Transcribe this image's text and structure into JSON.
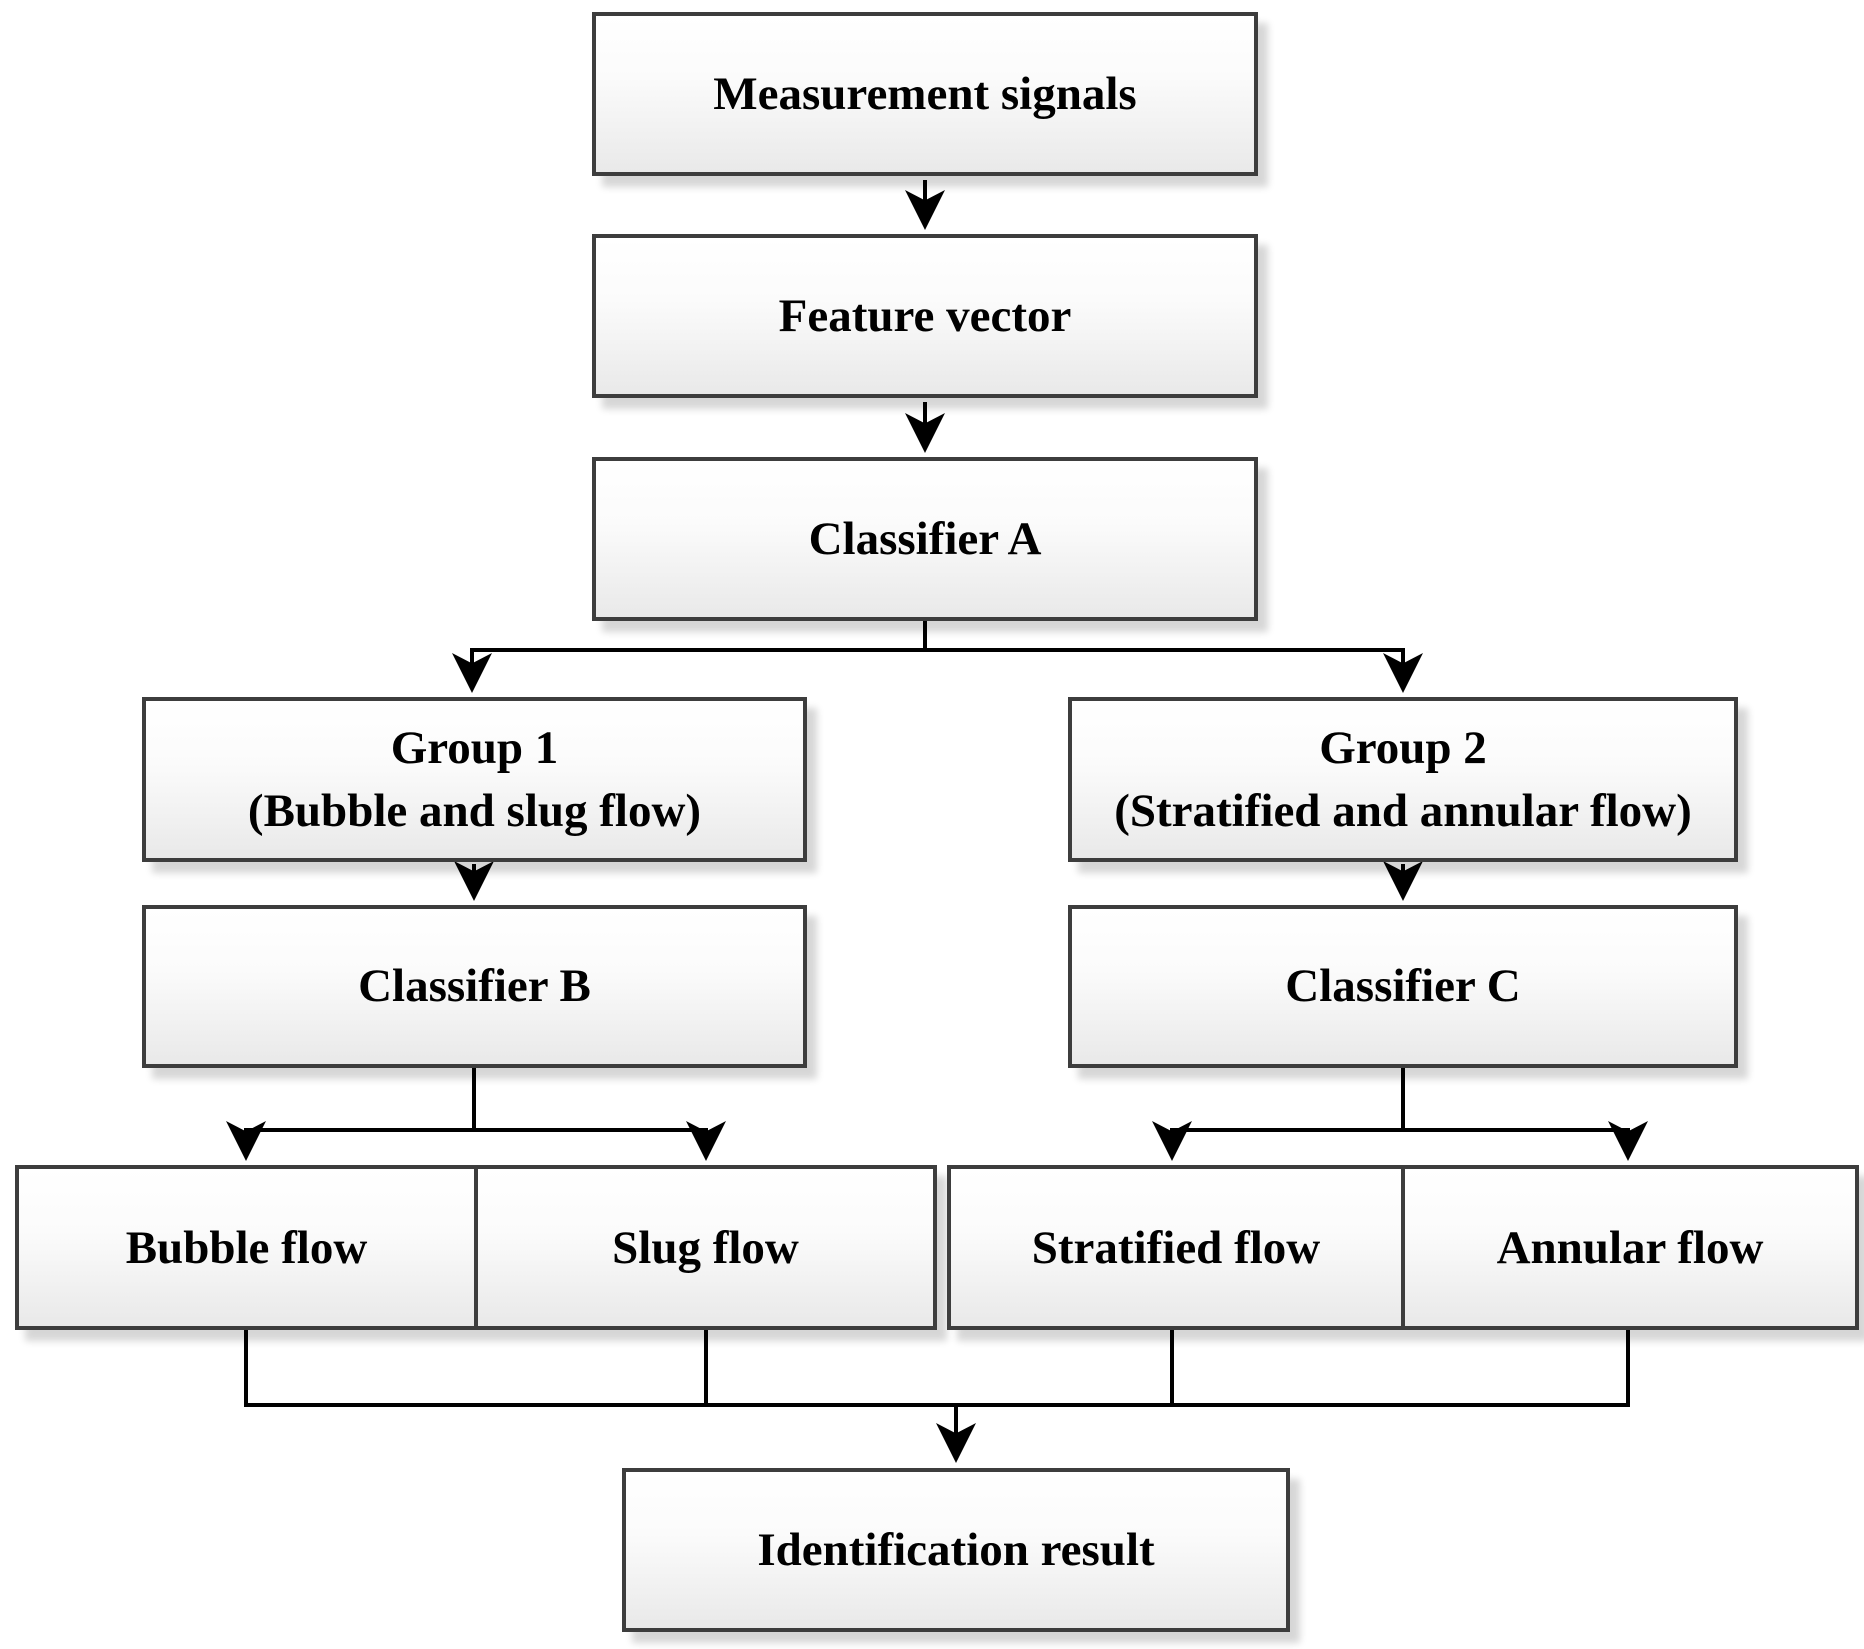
{
  "figure": {
    "type": "flowchart",
    "background": "#ffffff",
    "nodes": {
      "measurement_signals": {
        "label": "Measurement signals"
      },
      "feature_vector": {
        "label": "Feature vector"
      },
      "classifier_a": {
        "label": "Classifier A"
      },
      "group_1": {
        "label": "Group 1",
        "sublabel": "(Bubble and slug flow)"
      },
      "group_2": {
        "label": "Group 2",
        "sublabel": "(Stratified and annular flow)"
      },
      "classifier_b": {
        "label": "Classifier B"
      },
      "classifier_c": {
        "label": "Classifier C"
      },
      "bubble_flow": {
        "label": "Bubble flow"
      },
      "slug_flow": {
        "label": "Slug flow"
      },
      "stratified_flow": {
        "label": "Stratified flow"
      },
      "annular_flow": {
        "label": "Annular flow"
      },
      "identification_result": {
        "label": "Identification result"
      }
    },
    "edges": [
      {
        "from": "measurement_signals",
        "to": "feature_vector"
      },
      {
        "from": "feature_vector",
        "to": "classifier_a"
      },
      {
        "from": "classifier_a",
        "to": "group_1"
      },
      {
        "from": "classifier_a",
        "to": "group_2"
      },
      {
        "from": "group_1",
        "to": "classifier_b"
      },
      {
        "from": "group_2",
        "to": "classifier_c"
      },
      {
        "from": "classifier_b",
        "to": "bubble_flow"
      },
      {
        "from": "classifier_b",
        "to": "slug_flow"
      },
      {
        "from": "classifier_c",
        "to": "stratified_flow"
      },
      {
        "from": "classifier_c",
        "to": "annular_flow"
      },
      {
        "from": "bubble_flow",
        "to": "identification_result"
      },
      {
        "from": "slug_flow",
        "to": "identification_result"
      },
      {
        "from": "stratified_flow",
        "to": "identification_result"
      },
      {
        "from": "annular_flow",
        "to": "identification_result"
      }
    ],
    "colors": {
      "box_border": "#3d3d3d",
      "box_fill_top": "#ffffff",
      "box_fill_bottom": "#e9e9e9",
      "connector": "#000000",
      "text": "#000000"
    }
  }
}
